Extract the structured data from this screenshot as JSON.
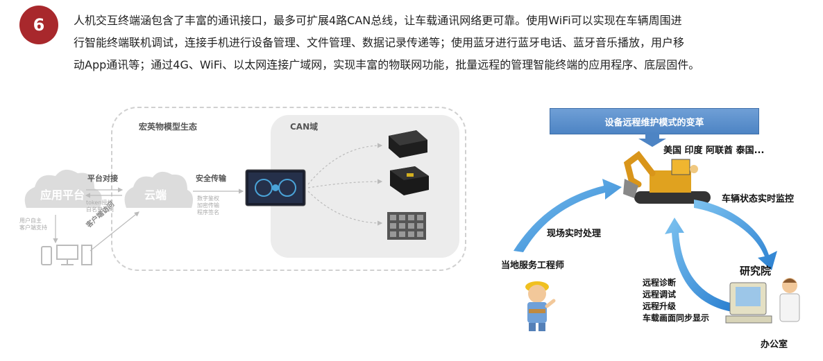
{
  "section": {
    "number": "6",
    "paragraph_lines": [
      "人机交互终端涵包含了丰富的通讯接口，最多可扩展4路CAN总线，让车载通讯网络更可靠。使用WiFi可以实现在车辆周围进",
      "行智能终端联机调试，连接手机进行设备管理、文件管理、数据记录传递等；使用蓝牙进行蓝牙电话、蓝牙音乐播放，用户移",
      "动App通讯等；通过4G、WiFi、以太网连接广域网，实现丰富的物联网功能，批量远程的管理智能终端的应用程序、底层固件。"
    ]
  },
  "left_diagram": {
    "ecosystem_title": "宏英物模型生态",
    "can_domain_title": "CAN域",
    "app_platform_label": "应用平台",
    "cloud_label": "云端",
    "platform_connect_label": "平台对接",
    "token_lines": [
      "token授权",
      "白名单访问"
    ],
    "user_lines": [
      "用户自主",
      "客户端支持"
    ],
    "client_access_label": "客户端访问",
    "secure_transfer_label": "安全传输",
    "security_lines": [
      "数字鉴权",
      "加密传输",
      "程序签名"
    ]
  },
  "right_diagram": {
    "banner": "设备远程维护模式的变革",
    "countries": "美国 印度 阿联酋 泰国...",
    "realtime_monitor": "车辆状态实时监控",
    "onsite_processing": "现场实时处理",
    "local_engineer": "当地服务工程师",
    "research_institute": "研究院",
    "remote_functions": [
      "远程诊断",
      "远程调试",
      "远程升级",
      "车载画面同步显示"
    ],
    "office": "办公室"
  }
}
